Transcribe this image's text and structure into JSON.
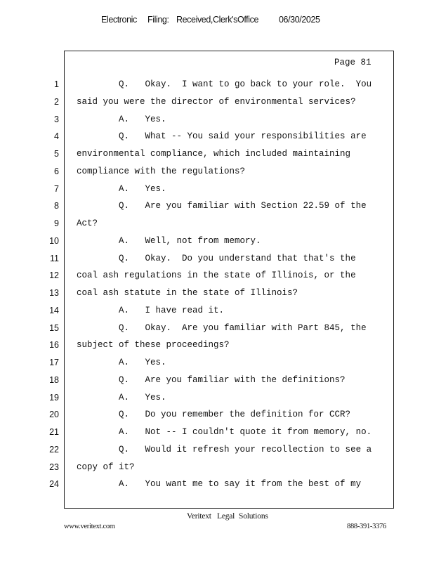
{
  "header": {
    "part1": "Electronic",
    "part2": "Filing:",
    "part3": "Received,Clerk'sOffice",
    "date": "06/30/2025"
  },
  "page_label": "Page 81",
  "lines": [
    {
      "n": "1",
      "text": "        Q.   Okay.  I want to go back to your role.  You"
    },
    {
      "n": "2",
      "text": "said you were the director of environmental services?"
    },
    {
      "n": "3",
      "text": "        A.   Yes."
    },
    {
      "n": "4",
      "text": "        Q.   What -- You said your responsibilities are"
    },
    {
      "n": "5",
      "text": "environmental compliance, which included maintaining"
    },
    {
      "n": "6",
      "text": "compliance with the regulations?"
    },
    {
      "n": "7",
      "text": "        A.   Yes."
    },
    {
      "n": "8",
      "text": "        Q.   Are you familiar with Section 22.59 of the"
    },
    {
      "n": "9",
      "text": "Act?"
    },
    {
      "n": "10",
      "text": "        A.   Well, not from memory."
    },
    {
      "n": "11",
      "text": "        Q.   Okay.  Do you understand that that's the"
    },
    {
      "n": "12",
      "text": "coal ash regulations in the state of Illinois, or the"
    },
    {
      "n": "13",
      "text": "coal ash statute in the state of Illinois?"
    },
    {
      "n": "14",
      "text": "        A.   I have read it."
    },
    {
      "n": "15",
      "text": "        Q.   Okay.  Are you familiar with Part 845, the"
    },
    {
      "n": "16",
      "text": "subject of these proceedings?"
    },
    {
      "n": "17",
      "text": "        A.   Yes."
    },
    {
      "n": "18",
      "text": "        Q.   Are you familiar with the definitions?"
    },
    {
      "n": "19",
      "text": "        A.   Yes."
    },
    {
      "n": "20",
      "text": "        Q.   Do you remember the definition for CCR?"
    },
    {
      "n": "21",
      "text": "        A.   Not -- I couldn't quote it from memory, no."
    },
    {
      "n": "22",
      "text": "        Q.   Would it refresh your recollection to see a"
    },
    {
      "n": "23",
      "text": "copy of it?"
    },
    {
      "n": "24",
      "text": "        A.   You want me to say it from the best of my"
    }
  ],
  "footer": {
    "company1": "Veritext",
    "company2": "Legal",
    "company3": "Solutions",
    "website": "www.veritext.com",
    "phone": "888-391-3376"
  }
}
